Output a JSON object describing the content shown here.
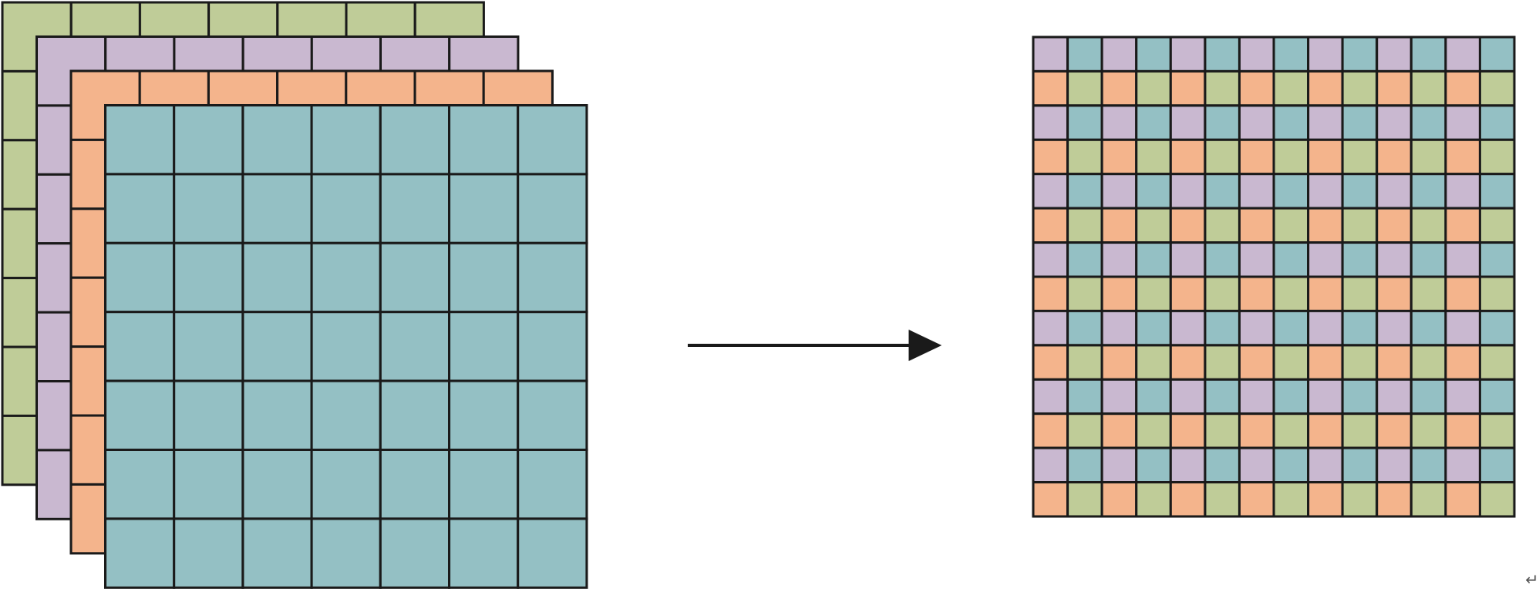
{
  "colors": {
    "green": "#bfcc98",
    "purple": "#c9b8d0",
    "orange": "#f4b48c",
    "teal": "#94c0c4",
    "grid_line": "#1a1a1a",
    "arrow": "#1a1a1a",
    "background": "#ffffff"
  },
  "input_stack": {
    "layers": [
      {
        "name": "layer-green",
        "color_key": "green",
        "rows": 7,
        "cols": 7
      },
      {
        "name": "layer-purple",
        "color_key": "purple",
        "rows": 7,
        "cols": 7
      },
      {
        "name": "layer-orange",
        "color_key": "orange",
        "rows": 7,
        "cols": 7
      },
      {
        "name": "layer-teal",
        "color_key": "teal",
        "rows": 7,
        "cols": 7
      }
    ]
  },
  "arrow": {
    "direction": "right",
    "icon": "right-arrow-icon"
  },
  "output_grid": {
    "rows": 14,
    "cols": 14,
    "pattern": {
      "even_row": [
        "purple",
        "teal"
      ],
      "odd_row": [
        "orange",
        "green"
      ]
    }
  },
  "corner_mark": {
    "glyph": "↵"
  }
}
